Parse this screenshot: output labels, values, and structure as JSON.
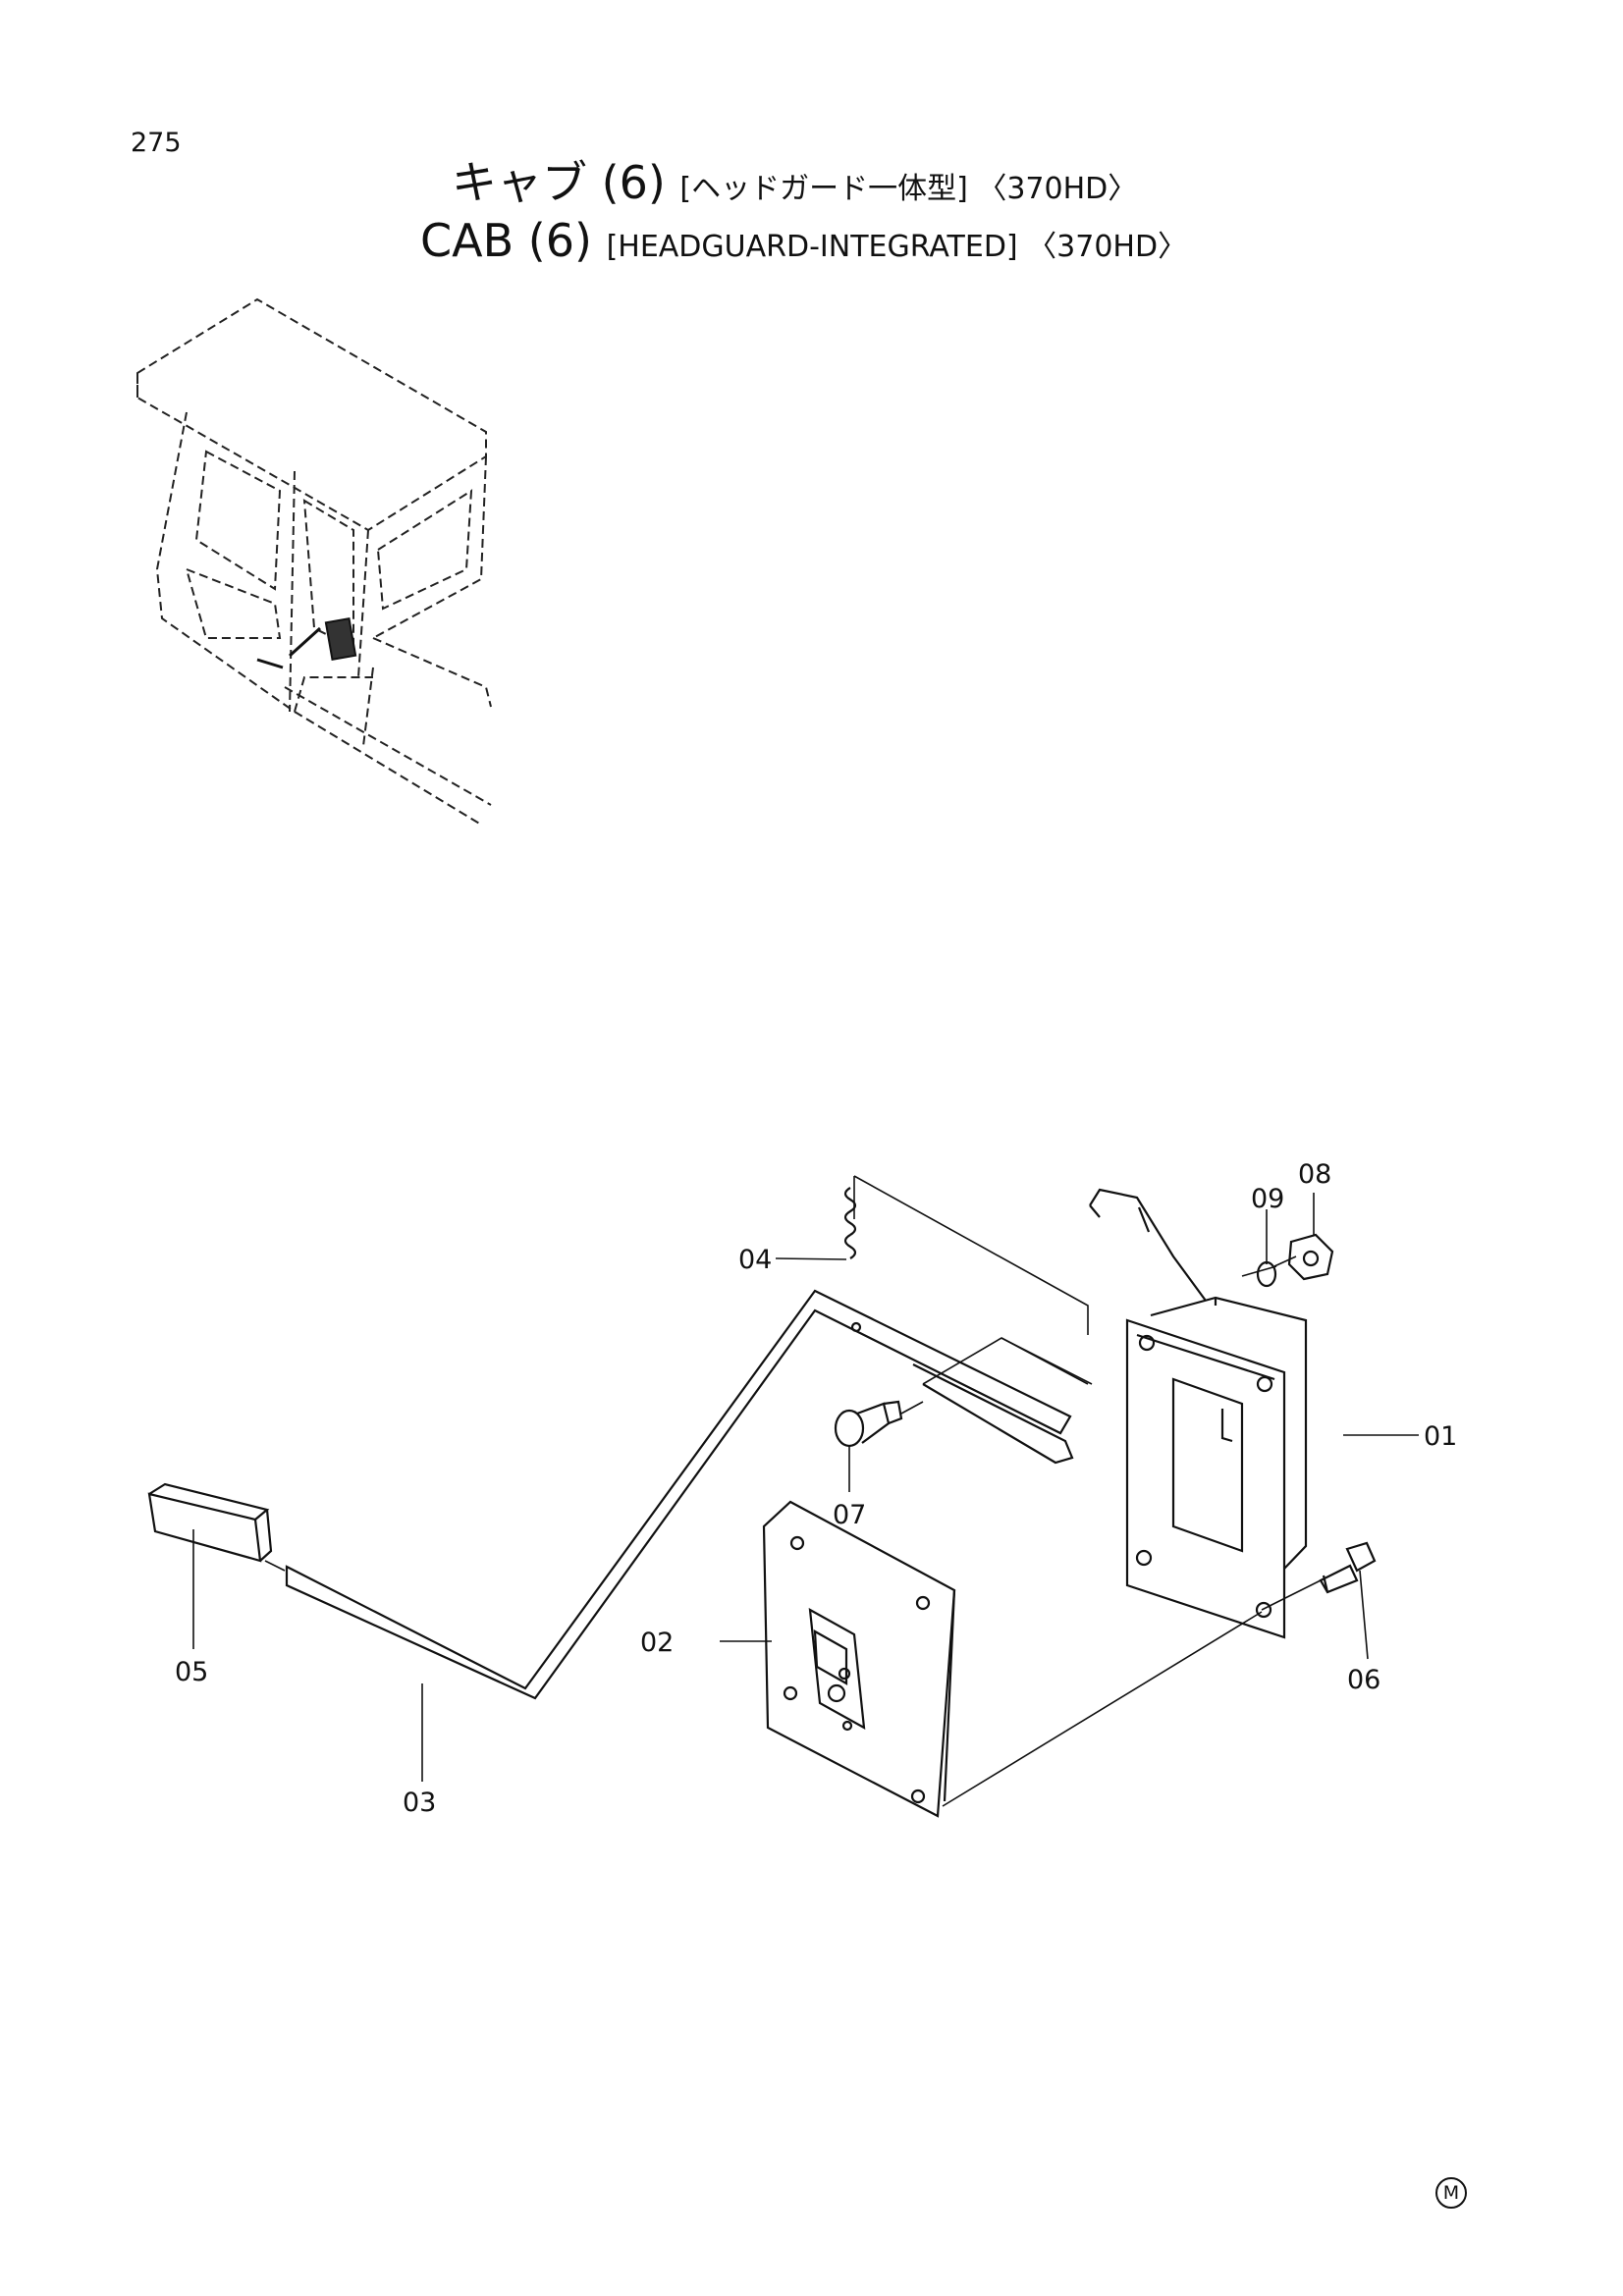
{
  "page_number": "275",
  "title_jp": {
    "main": "キャブ (6)",
    "qualifier": "[ヘッドガード一体型] 〈370HD〉"
  },
  "title_en": {
    "main": "CAB (6)",
    "qualifier": "[HEADGUARD-INTEGRATED] 〈370HD〉"
  },
  "callouts": [
    "01",
    "02",
    "03",
    "04",
    "05",
    "06",
    "07",
    "08",
    "09"
  ],
  "corner_mark": "M"
}
